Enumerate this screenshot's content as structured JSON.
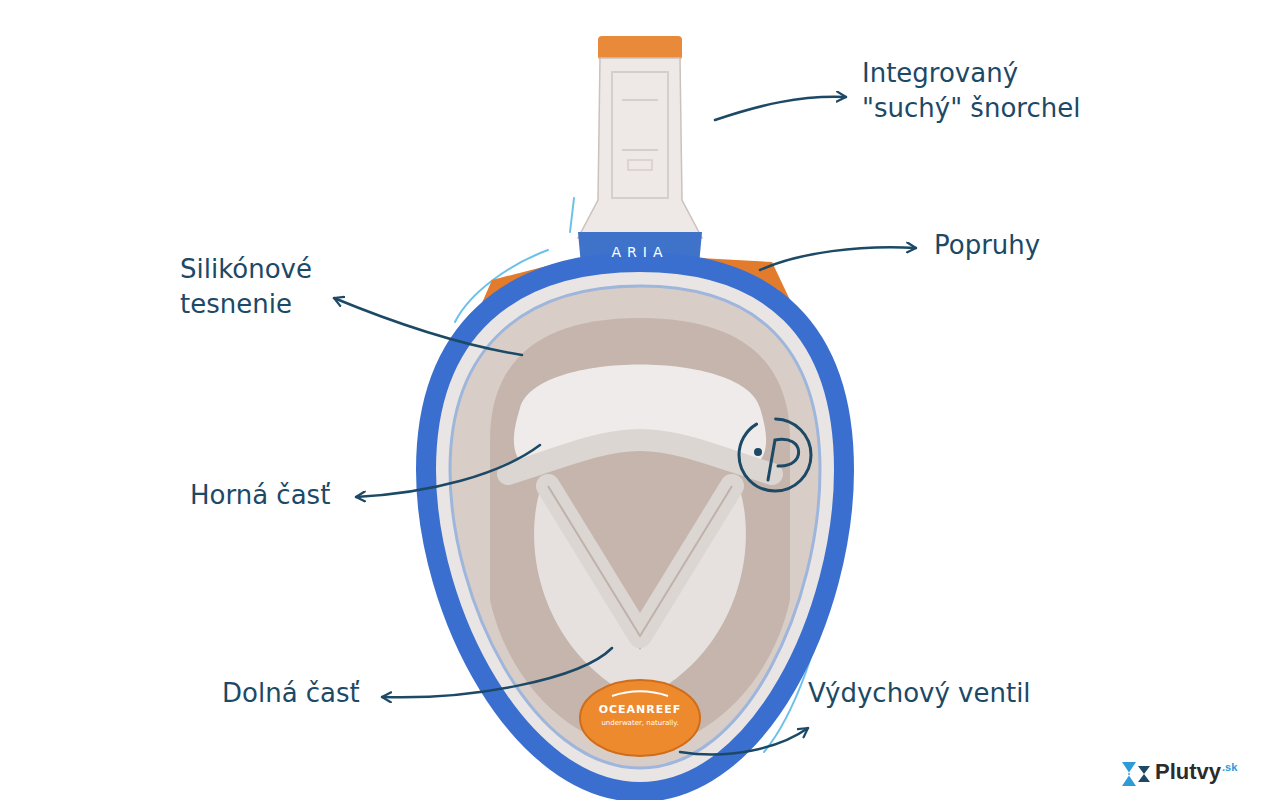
{
  "diagram": {
    "labels": [
      "Integrovaný \"suchý\" šnorchel",
      "Popruhy",
      "Silikónové tesnenie",
      "Horná časť",
      "Dolná časť",
      "Výdychový ventil",
      "ARIA",
      "OCEANREEF",
      "underwater, naturally.",
      "Plutvy",
      ".sk"
    ]
  }
}
